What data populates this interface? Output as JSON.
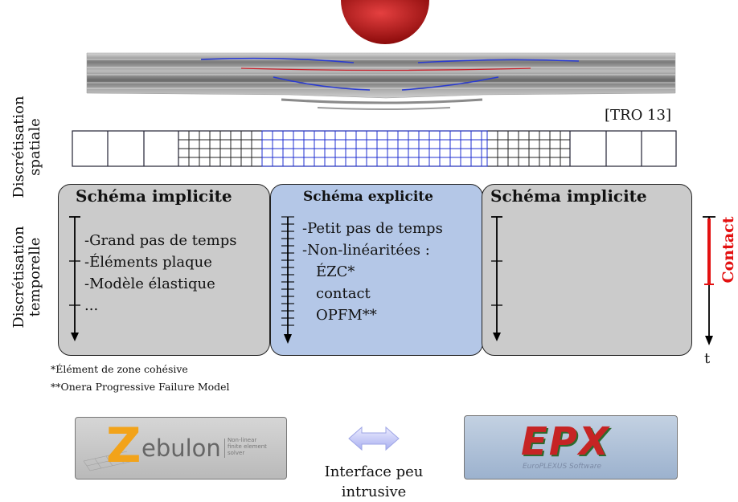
{
  "labels": {
    "spatial_line1": "Discrétisation",
    "spatial_line2": "spatiale",
    "temporal_line1": "Discrétisation",
    "temporal_line2": "temporelle"
  },
  "reference": "[TRO 13]",
  "panels": {
    "left": {
      "title": "Schéma implicite",
      "items": [
        "-Grand pas de temps",
        "-Éléments plaque",
        "-Modèle élastique",
        "..."
      ]
    },
    "middle": {
      "title": "Schéma explicite",
      "items": [
        "-Petit pas de temps",
        "-Non-linéaritées :",
        "ÉZC*",
        "contact",
        "OPFM**"
      ]
    },
    "right": {
      "title": "Schéma implicite"
    }
  },
  "contact_label": "Contact",
  "time_label": "t",
  "footnotes": [
    "*Élément de zone cohésive",
    "**Onera Progressive Failure Model"
  ],
  "logos": {
    "zebulon": {
      "word": "ebulon",
      "letter": "Z",
      "tagline": [
        "Non-linear",
        "finite element",
        "solver"
      ]
    },
    "epx": {
      "word": "EPX",
      "tagline": "EuroPLEXUS Software"
    }
  },
  "interface_label": [
    "Interface peu",
    "intrusive"
  ],
  "colors": {
    "implicit_panel": "#cbcbcb",
    "explicit_panel": "#b4c7e7",
    "contact": "#e31010",
    "mesh_blue": "#1f2fd0",
    "impactor": "#b01010"
  }
}
